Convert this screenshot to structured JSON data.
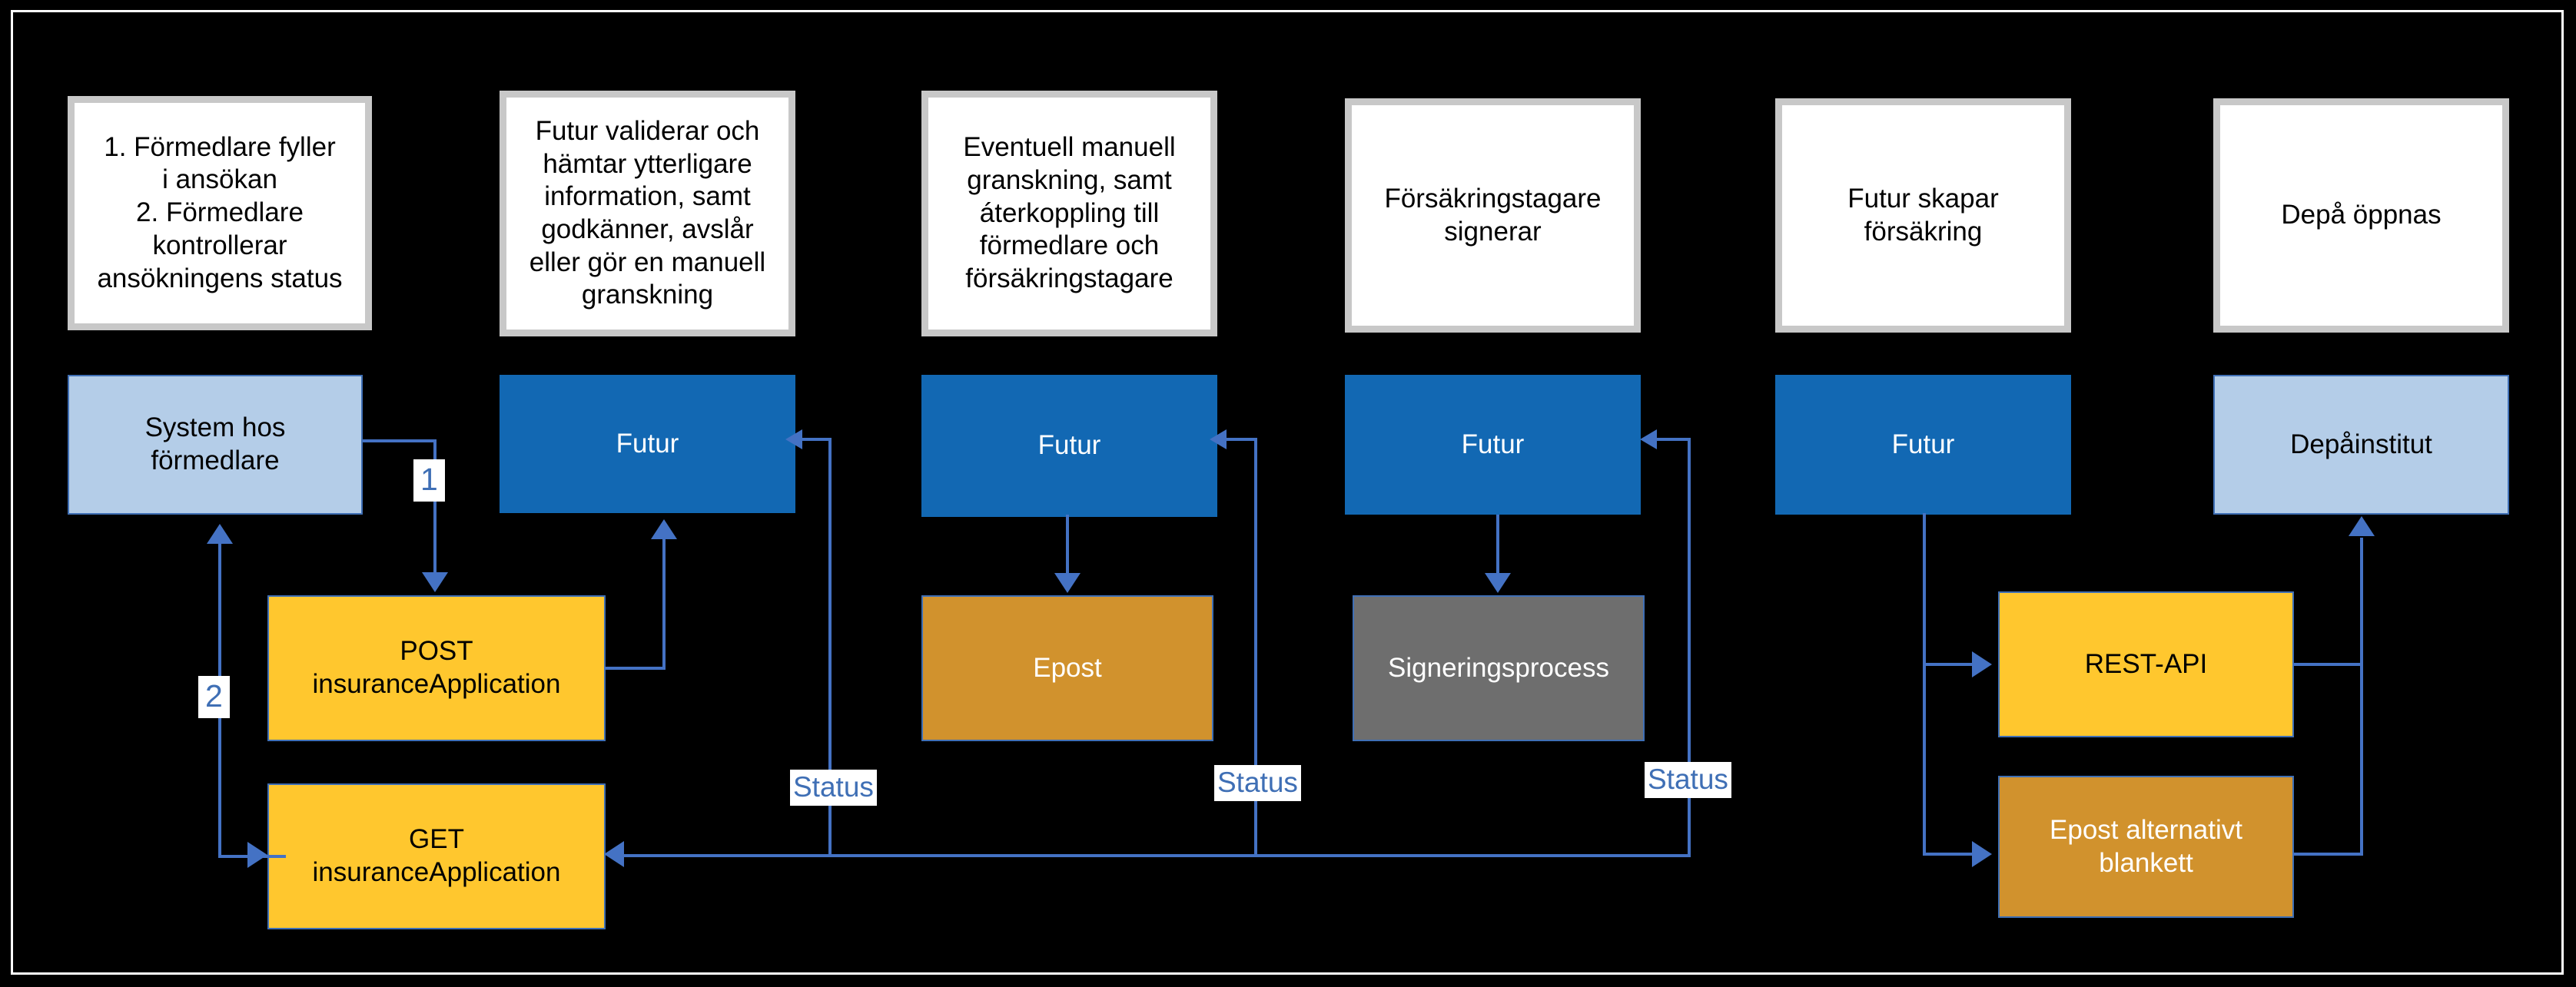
{
  "diagram": {
    "title": "Insurance application process flow",
    "colors": {
      "background": "#000000",
      "frame": "#ffffff",
      "note_fill": "#ffffff",
      "note_border": "#c8c8c8",
      "actor_light_blue": "#b4cde8",
      "futur_dark_blue": "#1268b3",
      "api_yellow": "#ffc72e",
      "email_amber": "#d1922d",
      "process_grey": "#6e6e6e",
      "connector_blue": "#4472c4",
      "label_text_blue": "#3f6fb5"
    },
    "notes": [
      {
        "id": "note-1",
        "text": "1. Förmedlare fyller\ni ansökan\n2. Förmedlare\nkontrollerar\nansökningens status"
      },
      {
        "id": "note-2",
        "text": "Futur validerar och\nhämtar ytterligare\ninformation, samt\ngodkänner, avslår\neller gör en manuell\ngranskning"
      },
      {
        "id": "note-3",
        "text": "Eventuell manuell\ngranskning, samt\náterkoppling till\nförmedlare och\nförsäkringstagare"
      },
      {
        "id": "note-4",
        "text": "Försäkringstagare\nsignerar"
      },
      {
        "id": "note-5",
        "text": "Futur skapar\nförsäkring"
      },
      {
        "id": "note-6",
        "text": "Depå öppnas"
      }
    ],
    "lanes": [
      {
        "id": "lane-1",
        "label": "System hos\nförmedlare"
      },
      {
        "id": "lane-2",
        "label": "Futur"
      },
      {
        "id": "lane-3",
        "label": "Futur"
      },
      {
        "id": "lane-4",
        "label": "Futur"
      },
      {
        "id": "lane-5",
        "label": "Futur"
      },
      {
        "id": "lane-6",
        "label": "Depåinstitut"
      }
    ],
    "nodes": [
      {
        "id": "node-post",
        "label": "POST\ninsuranceApplication"
      },
      {
        "id": "node-get",
        "label": "GET\ninsuranceApplication"
      },
      {
        "id": "node-epost",
        "label": "Epost"
      },
      {
        "id": "node-signering",
        "label": "Signeringsprocess"
      },
      {
        "id": "node-restapi",
        "label": "REST-API"
      },
      {
        "id": "node-epost-blankett",
        "label": "Epost alternativt\nblankett"
      }
    ],
    "connector_labels": {
      "step_one": "1",
      "step_two": "2",
      "status_a": "Status",
      "status_b": "Status",
      "status_c": "Status"
    }
  }
}
